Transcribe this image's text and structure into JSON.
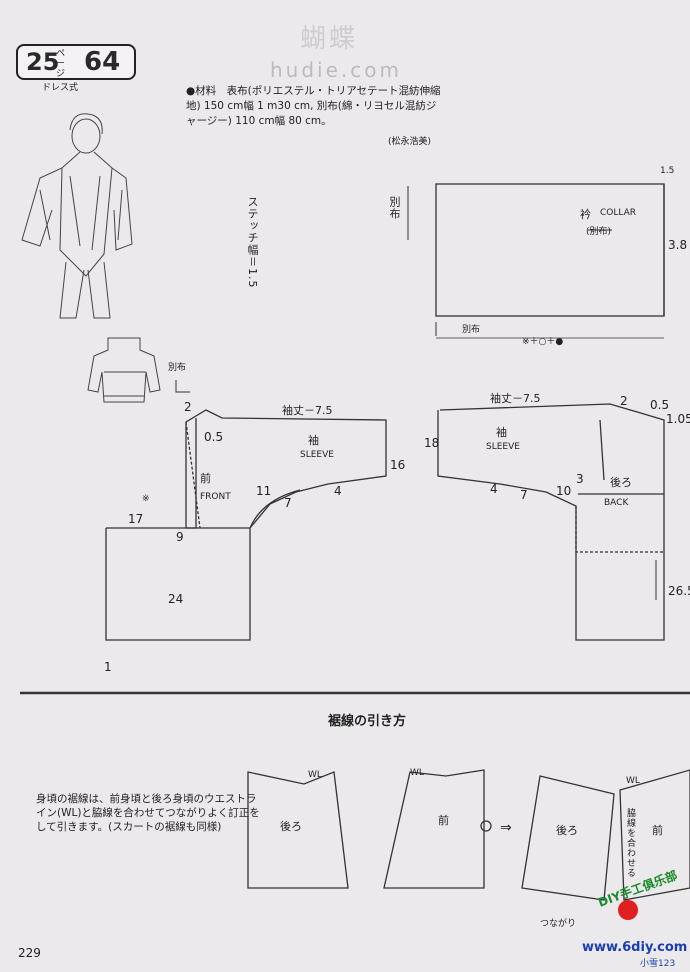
{
  "header": {
    "page_left": "25",
    "page_unit": "ページ",
    "page_right": "64",
    "style_label": "ドレス式",
    "watermark": "hudie.com",
    "watermark_cn": "蝴蝶"
  },
  "materials": {
    "text": "●材料　表布(ポリエステル・トリアセテート混紡伸縮地) 150 cm幅 1 m30 cm, 別布(綿・リヨセル混紡ジャージー) 110 cm幅 80 cm。",
    "designer": "(松永浩美)"
  },
  "stitch_note": "ステッチ幅＝1.5",
  "collar": {
    "jp": "衿",
    "en": "COLLAR",
    "fabric": "(別布)",
    "dim_side": "3.8",
    "dim_corner": "1.5",
    "fabric_label": "別布",
    "fabric_bottom": "別布",
    "formula": "※＋○＋●"
  },
  "front": {
    "fabric_label": "別布",
    "sleeve_length": "袖丈－7.5",
    "sleeve_jp": "袖",
    "sleeve_en": "SLEEVE",
    "body_jp": "前",
    "body_en": "FRONT",
    "m2": "2",
    "m05": "0.5",
    "m16": "16",
    "m11": "11",
    "m7": "7",
    "m4": "4",
    "m17": "17",
    "m9": "9",
    "m24": "24",
    "m1": "1",
    "mark": "※"
  },
  "back": {
    "sleeve_length": "袖丈－7.5",
    "sleeve_jp": "袖",
    "sleeve_en": "SLEEVE",
    "body_jp": "後ろ",
    "body_en": "BACK",
    "m18": "18",
    "m2": "2",
    "m05": "0.5",
    "m105": "1.05",
    "m3": "3",
    "m10": "10",
    "m7": "7",
    "m4": "4",
    "m265": "26.5"
  },
  "section2": {
    "title": "裾線の引き方",
    "description": "身頃の裾線は、前身頃と後ろ身頃のウエストライン(WL)と脇線を合わせてつながりよく訂正をして引きます。(スカートの裾線も同様)",
    "wl": "WL",
    "back": "後ろ",
    "front": "前",
    "side_note": "脇線を合わせる",
    "connect": "つながり",
    "arrow": "⇒"
  },
  "footer": {
    "page_number": "229",
    "logo_text": "DIY手工俱乐部",
    "site": "www.6diy.com",
    "tag": "小雪123"
  }
}
